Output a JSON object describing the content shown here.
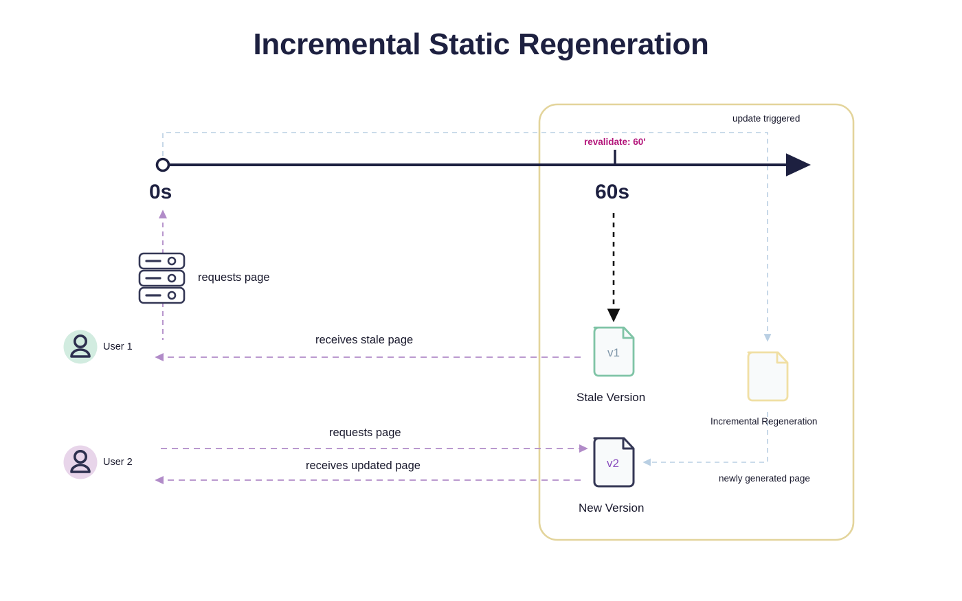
{
  "title": "Incremental Static Regeneration",
  "timeline": {
    "start_label": "0s",
    "revalidate_label": "revalidate: 60'",
    "revalidate_tick_label": "60s",
    "update_triggered_label": "update triggered"
  },
  "actors": {
    "server": {
      "icon": "server-rack-icon",
      "label": "requests page"
    },
    "user1": {
      "name": "User 1",
      "avatar_color": "#d2ece0",
      "icon": "user-avatar-icon"
    },
    "user2": {
      "name": "User 2",
      "avatar_color": "#e8d5ea",
      "icon": "user-avatar-icon"
    }
  },
  "documents": {
    "stale": {
      "version": "v1",
      "caption": "Stale Version",
      "border_color": "#7fc4a6",
      "text_color": "#7e95a8"
    },
    "new": {
      "version": "v2",
      "caption": "New Version",
      "border_color": "#343755",
      "text_color": "#8a4fbe"
    },
    "regen": {
      "version": "",
      "caption": "Incremental Regeneration",
      "border_color": "#f0dfa4",
      "text_color": "#b9b9b9"
    }
  },
  "flows": {
    "user1_requests": "requests page",
    "user1_receives": "receives stale page",
    "user2_requests": "requests page",
    "user2_receives": "receives updated page",
    "newly_generated": "newly generated page"
  },
  "colors": {
    "timeline": "#1d2040",
    "purple_dashed": "#b18bc8",
    "blue_dashed": "#b9cfe3",
    "container_border": "#e3d49b",
    "magenta": "#b3157a"
  }
}
